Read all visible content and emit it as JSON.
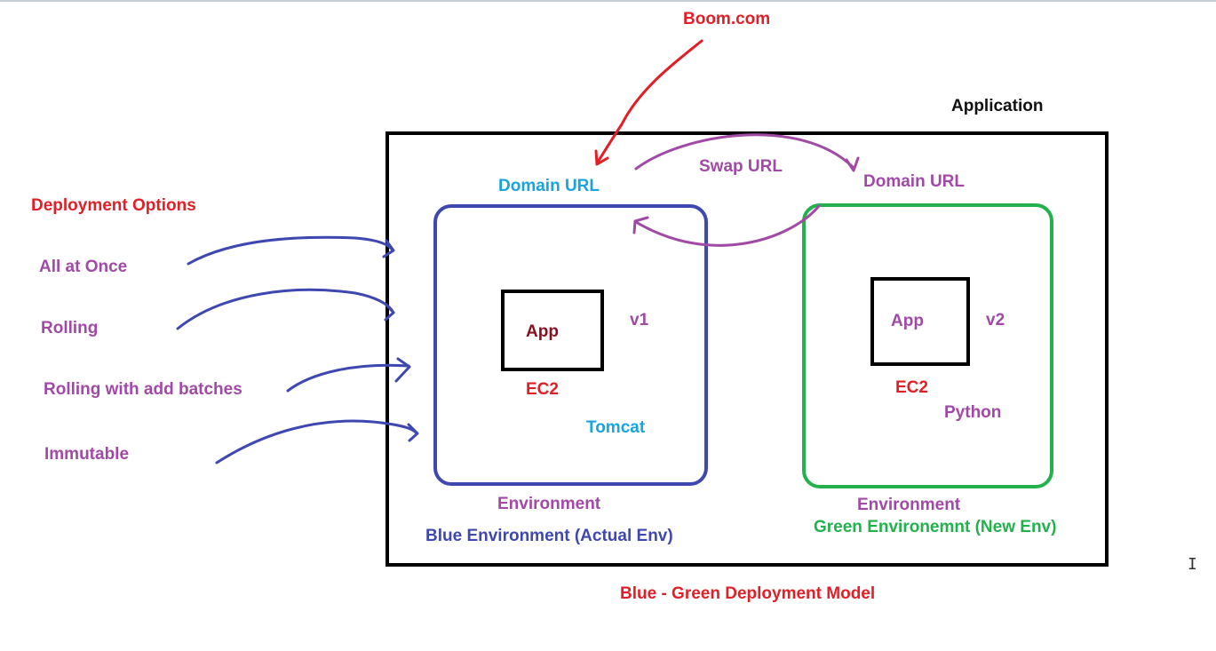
{
  "colors": {
    "red": "#e21f26",
    "purple": "#a04aa6",
    "cyan": "#1aa3dc",
    "blue": "#3f47b0",
    "green": "#22b14c",
    "black": "#111111",
    "maroon": "#8a0f1e"
  },
  "top_domain": "Boom.com",
  "application_label": "Application",
  "swap_url_label": "Swap URL",
  "blue_env": {
    "domain_url": "Domain URL",
    "app": "App",
    "version": "v1",
    "ec2": "EC2",
    "server": "Tomcat",
    "environment": "Environment",
    "name": "Blue Environment (Actual Env)"
  },
  "green_env": {
    "domain_url": "Domain URL",
    "app": "App",
    "version": "v2",
    "ec2": "EC2",
    "server": "Python",
    "environment": "Environment",
    "name": "Green Environemnt (New Env)"
  },
  "deployment": {
    "title": "Deployment Options",
    "options": [
      "All at Once",
      "Rolling",
      "Rolling with add batches",
      "Immutable"
    ]
  },
  "footer_title": "Blue - Green Deployment Model",
  "cursor_glyph": "I"
}
